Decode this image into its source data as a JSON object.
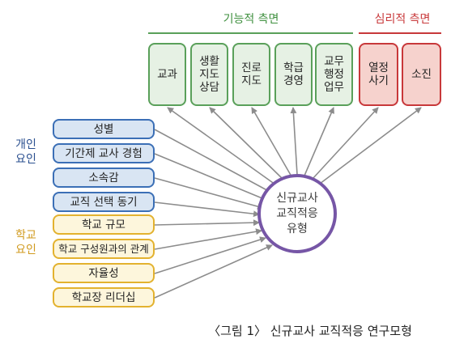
{
  "functional_header": "기능적 측면",
  "psych_header": "심리적 측면",
  "functional_items": [
    "교과",
    "생활\n지도\n상담",
    "진로\n지도",
    "학급\n경영",
    "교무\n행정\n업무"
  ],
  "psych_items": [
    "열정\n사기",
    "소진"
  ],
  "individual_label": "개인\n요인",
  "school_label": "학교\n요인",
  "individual_items": [
    "성별",
    "기간제 교사 경험",
    "소속감",
    "교직 선택 동기"
  ],
  "school_items": [
    "학교 규모",
    "학교 구성원과의 관계",
    "자율성",
    "학교장 리더십"
  ],
  "center": "신규교사\n교직적응\n유형",
  "caption": "〈그림 1〉 신규교사 교직적응 연구모형",
  "colors": {
    "green": "#5aa05a",
    "red": "#c8383a",
    "blue": "#3b6fb6",
    "yellow": "#e3b22f",
    "purple": "#7656a6",
    "arrow": "#8c8c8c"
  }
}
